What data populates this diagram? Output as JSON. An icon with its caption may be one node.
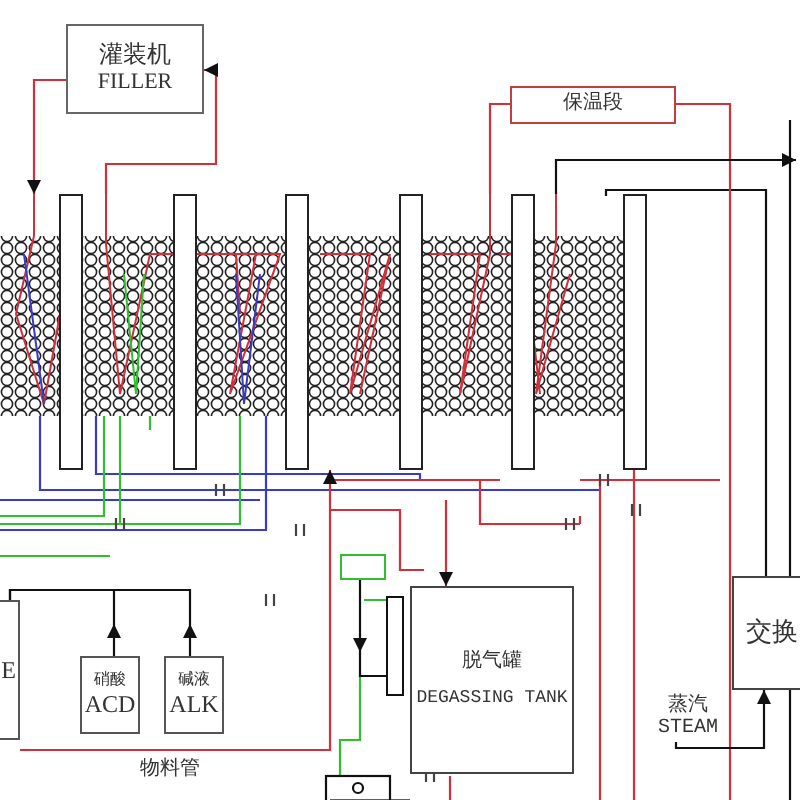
{
  "diagram": {
    "nodes": [
      {
        "text": [
          "灌装机",
          "FILLER"
        ]
      },
      {
        "text": [],
        "shape": "box"
      },
      {
        "text": [
          "保温段"
        ]
      },
      {
        "text": [
          "E"
        ]
      },
      {
        "text": [
          "硝酸",
          "ACD"
        ]
      },
      {
        "text": [
          "碱液",
          "ALK"
        ]
      },
      {
        "text": [],
        "shape": "box"
      },
      {
        "text": [
          "脱气罐",
          "DEGASSING TANK"
        ]
      },
      {
        "text": [
          "交换"
        ]
      },
      {
        "text": [
          "蒸汽 STEAM"
        ]
      },
      {
        "text": [],
        "shape": "bar"
      }
    ],
    "edges": [
      {
        "from": 0,
        "to": 1,
        "arrow": "to",
        "color": "#d0303a"
      },
      {
        "from": 1,
        "to": 0,
        "arrow": "to",
        "color": "#d0303a"
      },
      {
        "from": 1,
        "to": 2,
        "arrow": "none",
        "color": "#d0303a"
      },
      {
        "from": 2,
        "to": null,
        "arrow": "none",
        "color": "#d0303a"
      },
      {
        "from": 1,
        "to": null,
        "arrow": "to",
        "color": "#111111"
      },
      {
        "from": 4,
        "to": 3,
        "arrow": "to",
        "color": "#111111"
      },
      {
        "from": 5,
        "to": 3,
        "arrow": "to",
        "color": "#111111"
      },
      {
        "from": 9,
        "to": 8,
        "arrow": "to",
        "color": "#111111"
      },
      {
        "from": null,
        "to": 7,
        "arrow": "to",
        "color": "#d0303a"
      },
      {
        "from": 3,
        "to": 1,
        "arrow": "to",
        "color": "#d0303a"
      },
      {
        "from": 6,
        "to": 10,
        "arrow": "to",
        "color": "#111111"
      }
    ],
    "labels": [
      "物料管"
    ]
  }
}
